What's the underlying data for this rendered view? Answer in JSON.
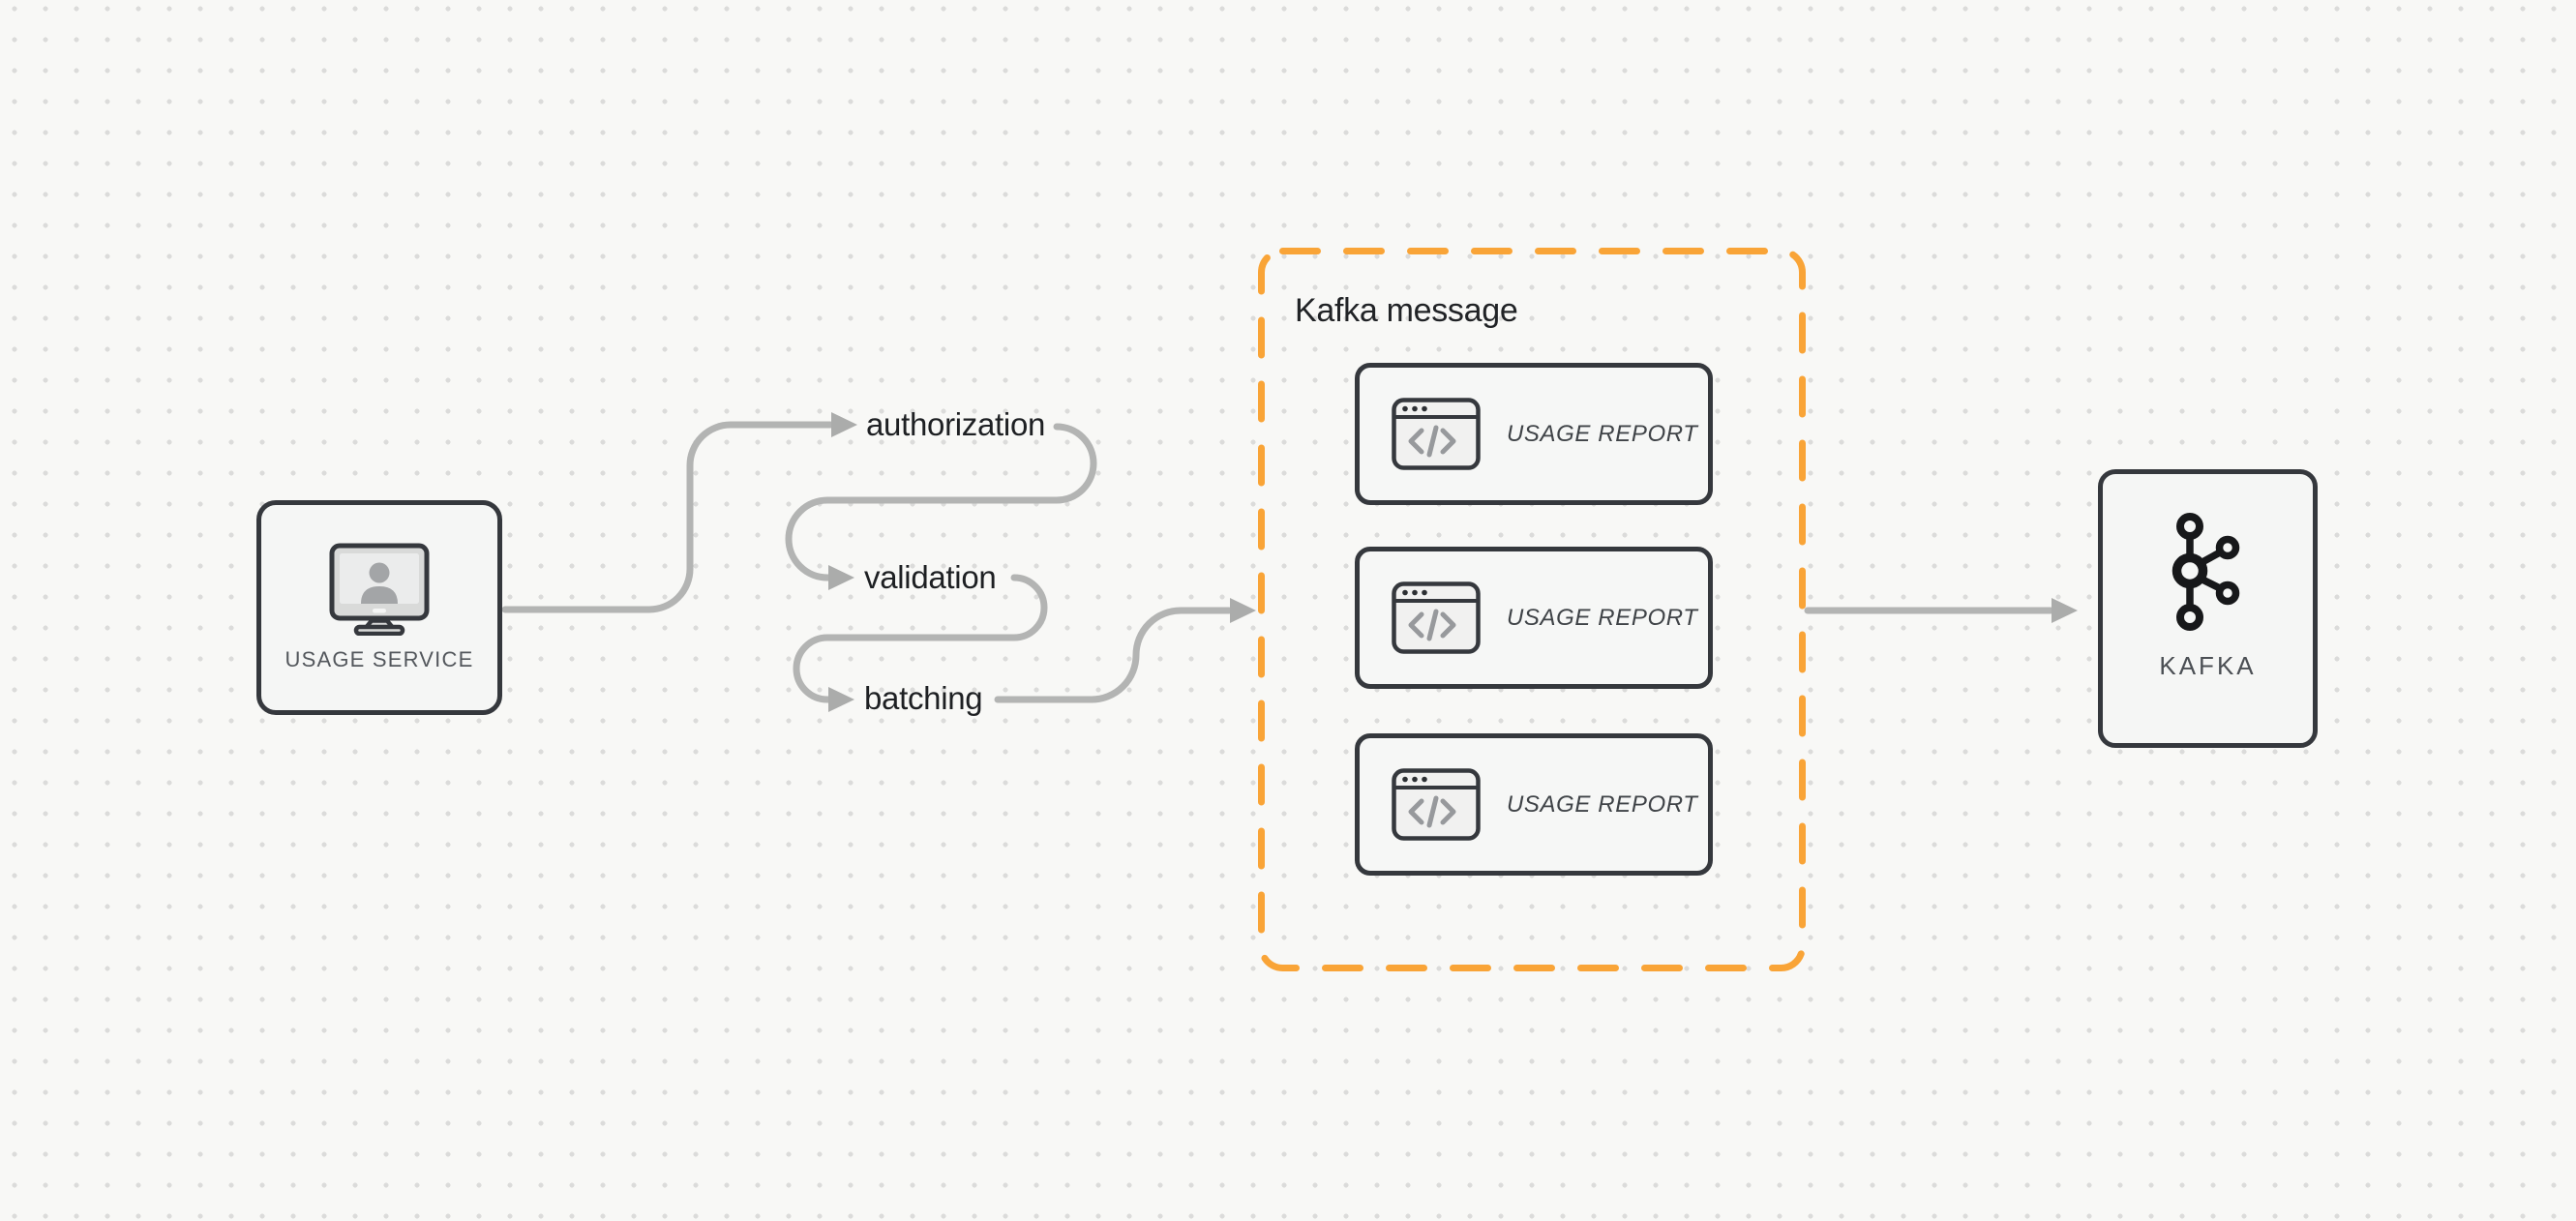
{
  "diagram": {
    "nodes": {
      "usage_service": {
        "label": "USAGE SERVICE",
        "icon": "monitor-user-icon"
      },
      "kafka": {
        "label": "KAFKA",
        "icon": "kafka-logo-icon"
      }
    },
    "flow_steps": [
      {
        "label": "authorization"
      },
      {
        "label": "validation"
      },
      {
        "label": "batching"
      }
    ],
    "kafka_message_group": {
      "title": "Kafka message",
      "cards": [
        {
          "label": "USAGE REPORT",
          "icon": "browser-code-icon"
        },
        {
          "label": "USAGE REPORT",
          "icon": "browser-code-icon"
        },
        {
          "label": "USAGE REPORT",
          "icon": "browser-code-icon"
        }
      ]
    },
    "colors": {
      "accent_orange": "#F9A437",
      "arrow_gray": "#B3B4B3",
      "arrowhead_gray": "#ABACAB",
      "border_dark": "#35383D",
      "node_background": "#F5F6F5",
      "canvas_background": "#F8F8F6",
      "dot_grid": "#DBDBDA"
    }
  }
}
